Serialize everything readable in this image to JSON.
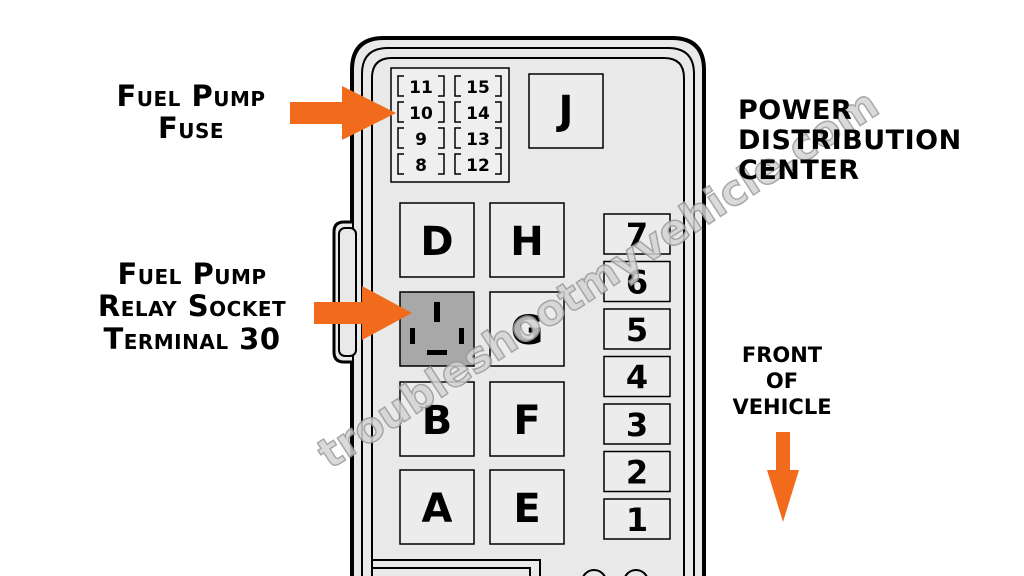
{
  "labels": {
    "fuse_line1": "Fuel Pump",
    "fuse_line2": "Fuse",
    "relay_line1": "Fuel Pump",
    "relay_line2": "Relay Socket",
    "relay_line3": "Terminal 30",
    "pdc_line1": "POWER",
    "pdc_line2": "DISTRIBUTION",
    "pdc_line3": "CENTER",
    "front_line1": "FRONT",
    "front_line2": "OF",
    "front_line3": "VEHICLE"
  },
  "watermark": "troubleshootmyvehicle.com",
  "fuses_left": [
    "11",
    "10",
    "9",
    "8"
  ],
  "fuses_right": [
    "15",
    "14",
    "13",
    "12"
  ],
  "relay_j": "J",
  "relays": {
    "D": "D",
    "H": "H",
    "G": "G",
    "B": "B",
    "F": "F",
    "A": "A",
    "E": "E"
  },
  "side_slots": [
    "7",
    "6",
    "5",
    "4",
    "3",
    "2",
    "1"
  ],
  "colors": {
    "arrow": "#f26b1d",
    "box_fill": "#ececec",
    "highlight": "#a8a8a8",
    "outline": "#000000"
  }
}
